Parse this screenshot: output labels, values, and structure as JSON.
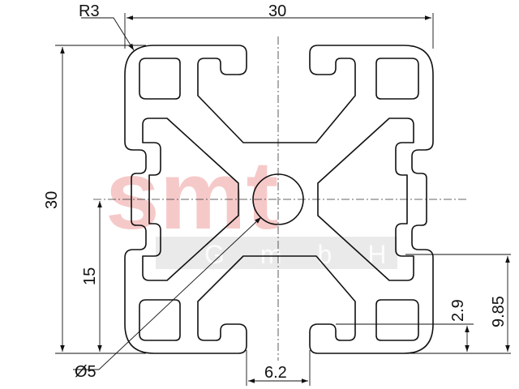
{
  "drawing": {
    "dimensions": {
      "radius": "R3",
      "width": "30",
      "height": "30",
      "center_height": "15",
      "hole_diameter": "Ø5",
      "slot_width": "6.2",
      "slot_depth": "2.9",
      "slot_offset": "9.85"
    },
    "watermark": {
      "logo": "smt",
      "sub": "GmbH"
    },
    "colors": {
      "line": "#111111",
      "watermark": "#f4b8b8",
      "watermark_band": "#d9d9d9"
    }
  }
}
